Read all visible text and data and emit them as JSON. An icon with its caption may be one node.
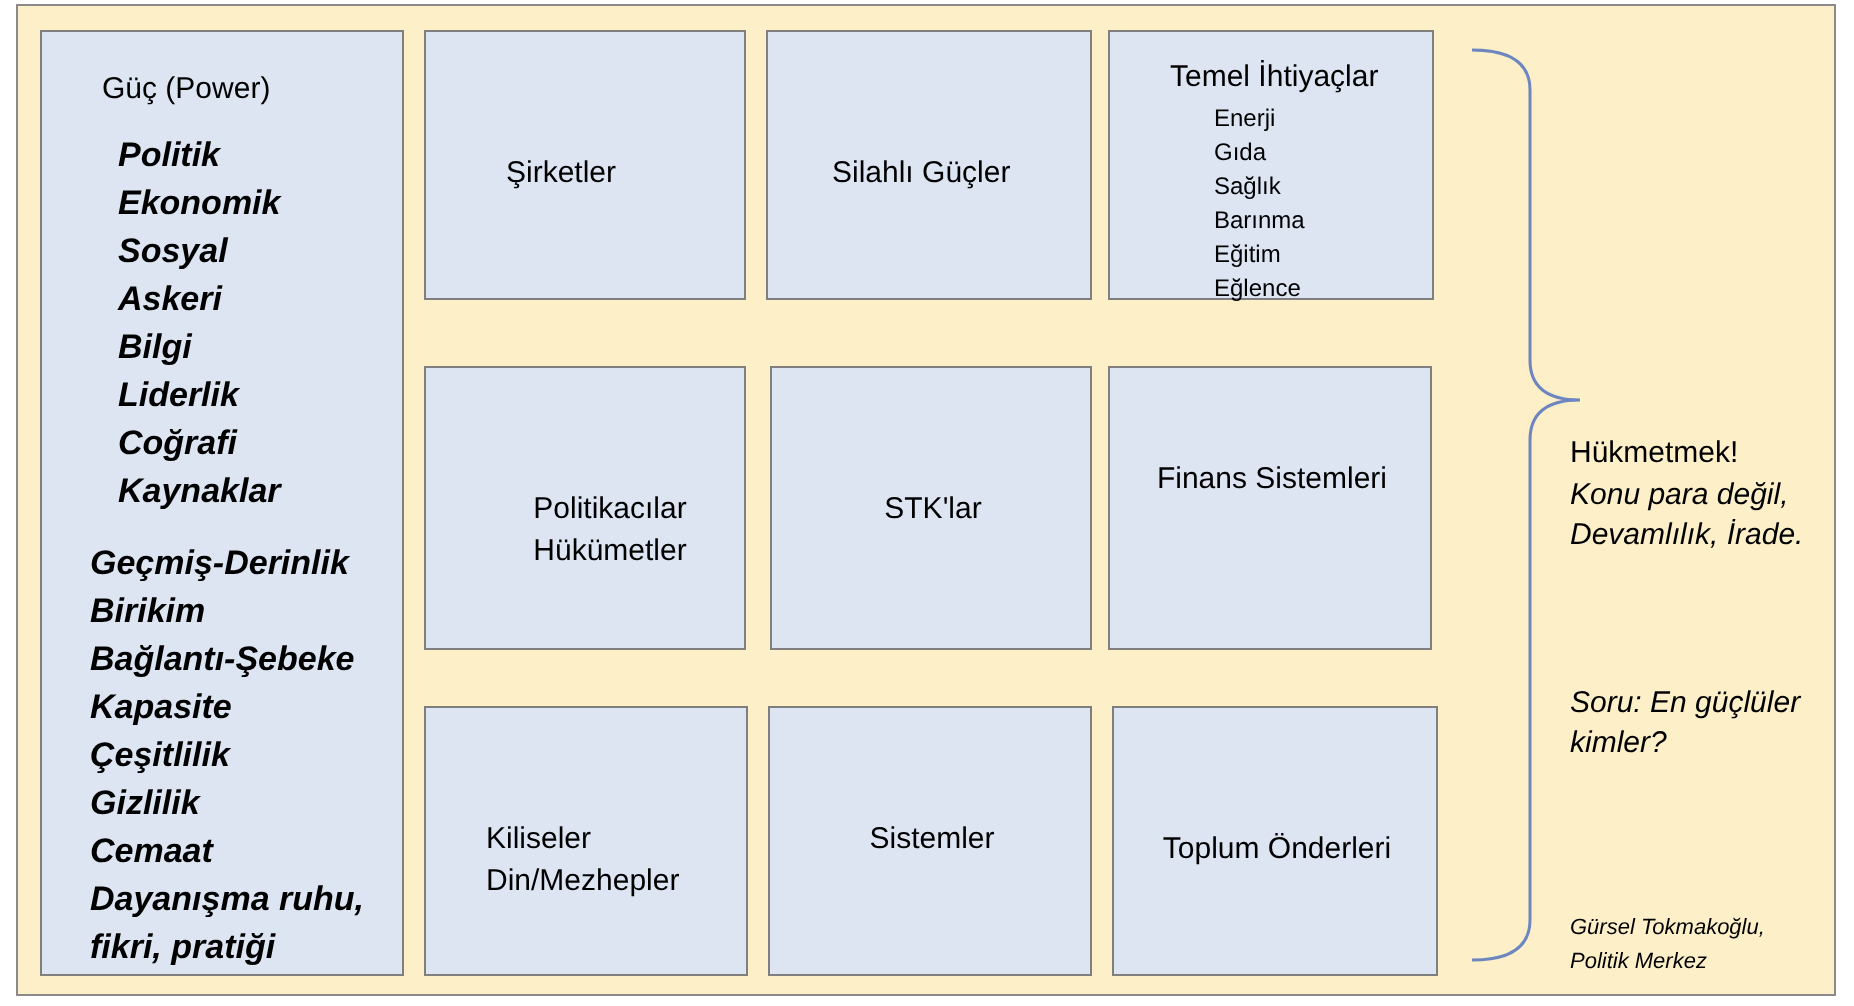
{
  "diagram": {
    "nodes": [
      {
        "text": [
          "Güç (Power)",
          "Politik",
          "Ekonomik",
          "Sosyal",
          "Askeri",
          "Bilgi",
          "Liderlik",
          "Coğrafi",
          "Kaynaklar",
          "Geçmiş-Derinlik",
          "Birikim",
          "Bağlantı-Şebeke",
          "Kapasite",
          "Çeşitlilik",
          "Gizlilik",
          "Cemaat",
          "Dayanışma ruhu, fikri, pratiği"
        ]
      },
      {
        "text": [
          "Şirketler"
        ]
      },
      {
        "text": [
          "Silahlı Güçler"
        ]
      },
      {
        "text": [
          "Temel İhtiyaçlar",
          "Enerji",
          "Gıda",
          "Sağlık",
          "Barınma",
          "Eğitim",
          "Eğlence"
        ]
      },
      {
        "text": [
          "Politikacılar Hükümetler"
        ]
      },
      {
        "text": [
          "STK'lar"
        ]
      },
      {
        "text": [
          "Finans Sistemleri"
        ]
      },
      {
        "text": [
          "Kiliseler Din/Mezhepler"
        ]
      },
      {
        "text": [
          "Sistemler"
        ]
      },
      {
        "text": [
          "Toplum Önderleri"
        ]
      }
    ],
    "labels": [
      "Hükmetmek!",
      "Konu para değil, Devamlılık, İrade.",
      "Soru: En güçlüler kimler?",
      "Gürsel Tokmakoğlu, Politik Merkez"
    ]
  }
}
